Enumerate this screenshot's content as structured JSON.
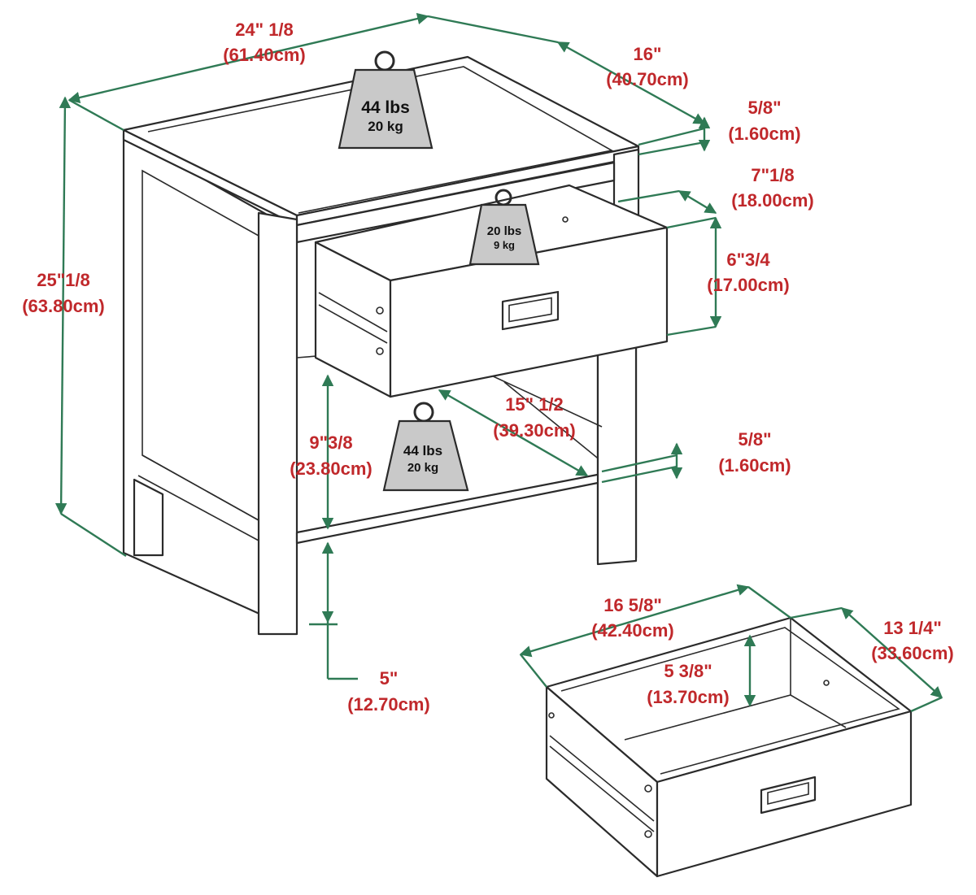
{
  "colors": {
    "label": "#c0282b",
    "dimension_line": "#2f7a55",
    "outline": "#2b2b2b",
    "weight_fill": "#c9c9c9"
  },
  "icons": [
    "weight-icon",
    "drawer-handle-icon"
  ],
  "dimensions": {
    "width": {
      "imperial": "24\" 1/8",
      "metric": "(61.40cm)"
    },
    "depth": {
      "imperial": "16\"",
      "metric": "(40.70cm)"
    },
    "top_thickness": {
      "imperial": "5/8\"",
      "metric": "(1.60cm)"
    },
    "drawer_clearance": {
      "imperial": "7\"1/8",
      "metric": "(18.00cm)"
    },
    "drawer_height": {
      "imperial": "6\"3/4",
      "metric": "(17.00cm)"
    },
    "height": {
      "imperial": "25\"1/8",
      "metric": "(63.80cm)"
    },
    "shelf_depth": {
      "imperial": "15\" 1/2",
      "metric": "(39.30cm)"
    },
    "shelf_clearance": {
      "imperial": "9\"3/8",
      "metric": "(23.80cm)"
    },
    "shelf_thickness": {
      "imperial": "5/8\"",
      "metric": "(1.60cm)"
    },
    "floor_clearance": {
      "imperial": "5\"",
      "metric": "(12.70cm)"
    },
    "drawer_width": {
      "imperial": "16 5/8\"",
      "metric": "(42.40cm)"
    },
    "drawer_depth": {
      "imperial": "13 1/4\"",
      "metric": "(33.60cm)"
    },
    "drawer_inner_height": {
      "imperial": "5 3/8\"",
      "metric": "(13.70cm)"
    }
  },
  "weights": {
    "top": {
      "lbs": "44 lbs",
      "kg": "20 kg"
    },
    "drawer": {
      "lbs": "20 lbs",
      "kg": "9 kg"
    },
    "shelf": {
      "lbs": "44 lbs",
      "kg": "20 kg"
    }
  }
}
